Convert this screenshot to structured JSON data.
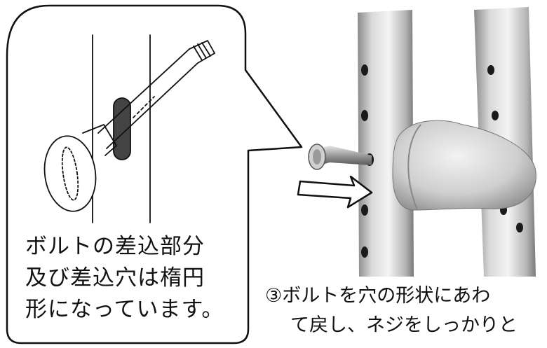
{
  "callout": {
    "line1": "ボルトの差込部分",
    "line2": "及び差込穴は楕円",
    "line3": "形になっています。"
  },
  "caption": {
    "line1": "③ボルトを穴の形状にあわ",
    "line2": "て戻し、ネジをしっかりと"
  },
  "icons": [
    "bolt-diagram-icon",
    "frame-photo-icon",
    "arrow-right-icon"
  ],
  "colors": {
    "ink": "#111111",
    "frame": "#c8c8c8",
    "background": "#ffffff"
  }
}
